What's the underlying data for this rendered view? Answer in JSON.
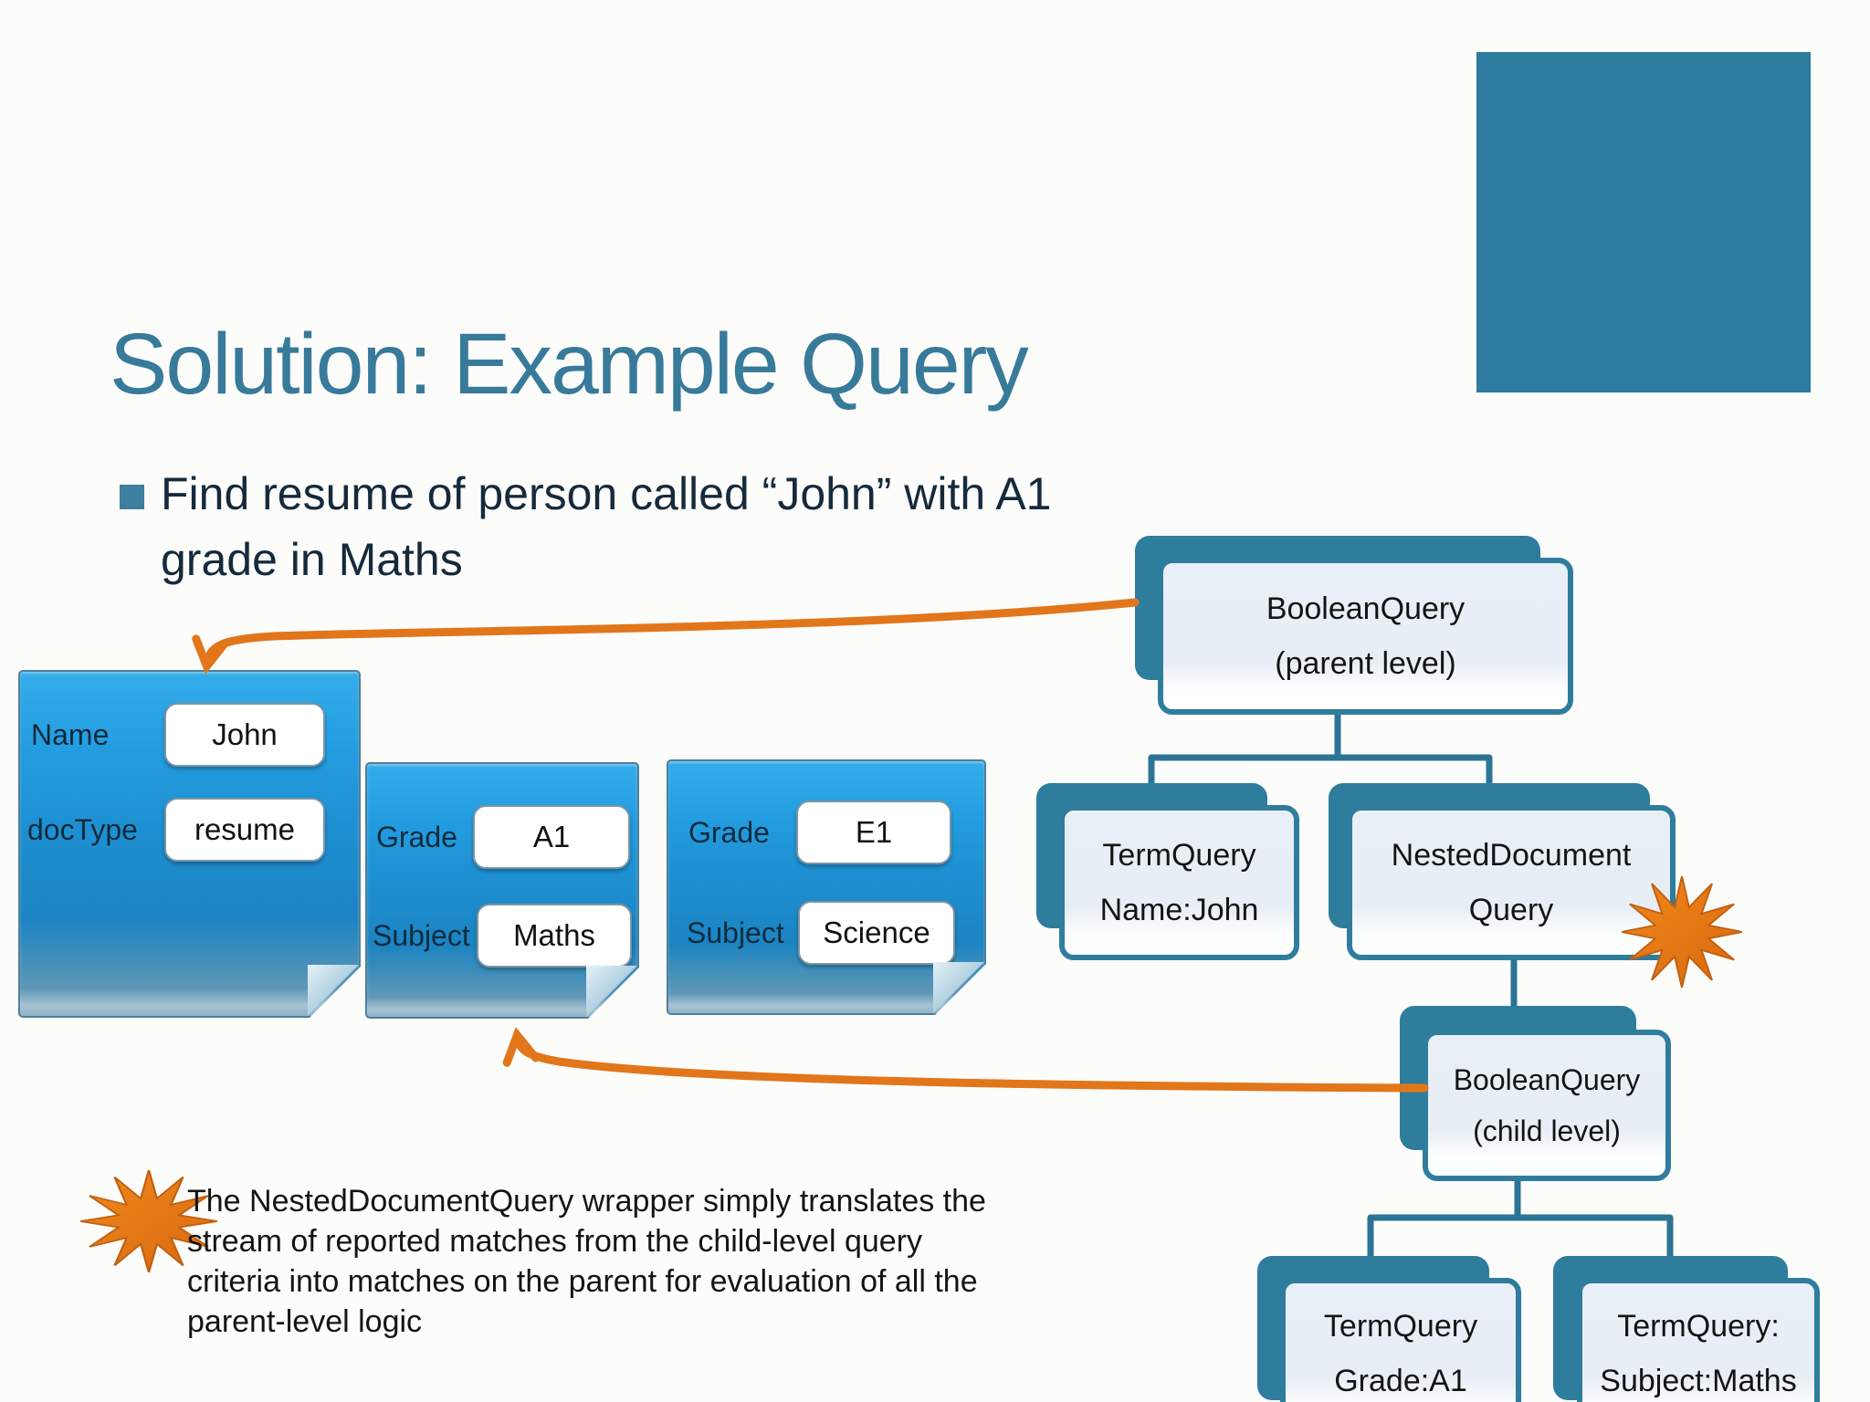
{
  "slide": {
    "title": "Solution: Example Query",
    "bullet": {
      "line1": "Find resume of person called “John” with A1",
      "line2": "grade in Maths"
    },
    "note_lines": [
      "The NestedDocumentQuery wrapper simply translates the",
      "stream of reported matches from the child-level query",
      "criteria into matches on the parent for evaluation of all the",
      "parent-level logic"
    ]
  },
  "cards": [
    {
      "fields": [
        {
          "label": "Name",
          "value": "John"
        },
        {
          "label": "docType",
          "value": "resume"
        }
      ]
    },
    {
      "fields": [
        {
          "label": "Grade",
          "value": "A1"
        },
        {
          "label": "Subject",
          "value": "Maths"
        }
      ]
    },
    {
      "fields": [
        {
          "label": "Grade",
          "value": "E1"
        },
        {
          "label": "Subject",
          "value": "Science"
        }
      ]
    }
  ],
  "tree": {
    "parent": {
      "line1": "BooleanQuery",
      "line2": "(parent level)"
    },
    "term_name": {
      "line1": "TermQuery",
      "line2": "Name:John"
    },
    "nested": {
      "line1": "NestedDocument",
      "line2": "Query"
    },
    "child": {
      "line1": "BooleanQuery",
      "line2": "(child level)"
    },
    "term_grade": {
      "line1": "TermQuery",
      "line2": "Grade:A1"
    },
    "term_subject": {
      "line1": "TermQuery:",
      "line2": "Subject:Maths"
    }
  },
  "colors": {
    "title_teal": "#387a9a",
    "accent_teal": "#2f7d9d",
    "corner_square": "#2e7ba0",
    "card_blue": "#1e90d2",
    "orange": "#e2761b",
    "body_text": "#152a3b"
  }
}
